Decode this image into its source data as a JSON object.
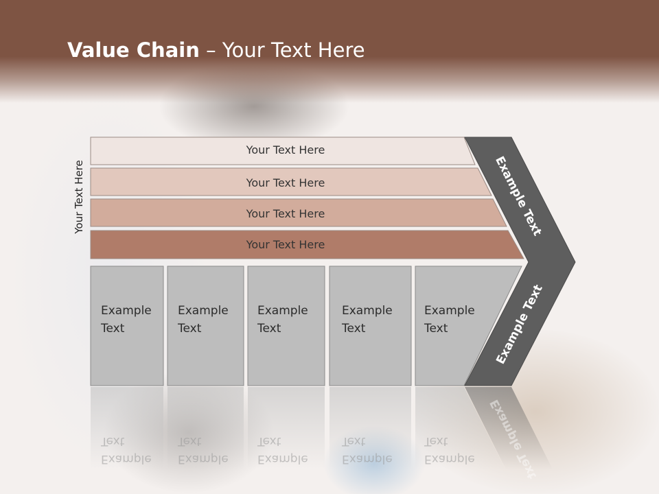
{
  "slide": {
    "title_bold": "Value Chain",
    "title_rest": " – Your Text Here",
    "side_label": "Your Text Here"
  },
  "bars": [
    {
      "label": "Your Text Here",
      "color": "#efe5e1"
    },
    {
      "label": "Your Text Here",
      "color": "#e2c8bd"
    },
    {
      "label": "Your Text Here",
      "color": "#d2ac9c"
    },
    {
      "label": "Your Text Here",
      "color": "#b07c69"
    }
  ],
  "boxes": [
    {
      "line1": "Example",
      "line2": "Text"
    },
    {
      "line1": "Example",
      "line2": "Text"
    },
    {
      "line1": "Example",
      "line2": "Text"
    },
    {
      "line1": "Example",
      "line2": "Text"
    },
    {
      "line1": "Example",
      "line2": "Text"
    }
  ],
  "chevron": {
    "top_label": "Example Text",
    "bottom_label": "Example Text",
    "color": "#5e5e5e"
  },
  "colors": {
    "header": "#7e5443",
    "box_fill": "#bdbdbd"
  }
}
